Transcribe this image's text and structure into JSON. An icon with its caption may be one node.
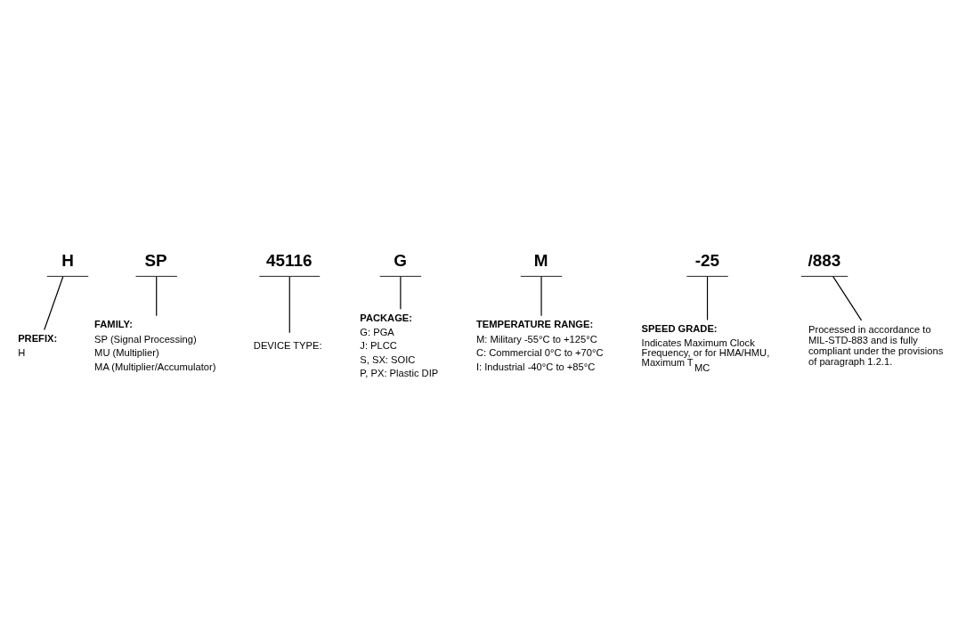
{
  "diagram": {
    "nodes": [
      {
        "text": [
          "H"
        ]
      },
      {
        "text": [
          "SP"
        ]
      },
      {
        "text": [
          "45116"
        ]
      },
      {
        "text": [
          "G"
        ]
      },
      {
        "text": [
          "M"
        ]
      },
      {
        "text": [
          "-25"
        ]
      },
      {
        "text": [
          "/883"
        ]
      },
      {
        "text": [
          "PREFIX:",
          "H"
        ]
      },
      {
        "text": [
          "Processed in accordance to MIL-STD-883 and is fully compliant under the provisions of paragraph 1.2.1."
        ]
      },
      {
        "text": [
          "FAMILY:",
          "SP (Signal Processing)",
          "MU (Multiplier)",
          "MA (Multiplier/Accumulator)"
        ]
      },
      {
        "text": [
          "SPEED GRADE:",
          "Indicates Maximum Clock Frequency, or for HMA/HMU, Maximum T$_{MC}$"
        ]
      },
      {
        "text": [
          "DEVICE TYPE:"
        ]
      },
      {
        "text": [
          "PACKAGE:",
          "G: PGA",
          "J: PLCC",
          "S, SX: SOIC",
          "P, PX: Plastic DIP"
        ]
      },
      {
        "text": [
          "TEMPERATURE RANGE:",
          "M: Military -55°C to +125°C",
          "C: Commercial 0°C to +70°C",
          "I: Industrial -40°C to +85°C"
        ]
      }
    ],
    "edges": [
      {
        "from": 7,
        "to": 0,
        "arrow": "none"
      },
      {
        "from": 9,
        "to": 1,
        "arrow": "none"
      },
      {
        "from": 11,
        "to": 2,
        "arrow": "none"
      },
      {
        "from": 12,
        "to": 3,
        "arrow": "none"
      },
      {
        "from": 13,
        "to": 4,
        "arrow": "none"
      },
      {
        "from": 10,
        "to": 5,
        "arrow": "none"
      },
      {
        "from": 8,
        "to": 6,
        "arrow": "none"
      }
    ]
  }
}
